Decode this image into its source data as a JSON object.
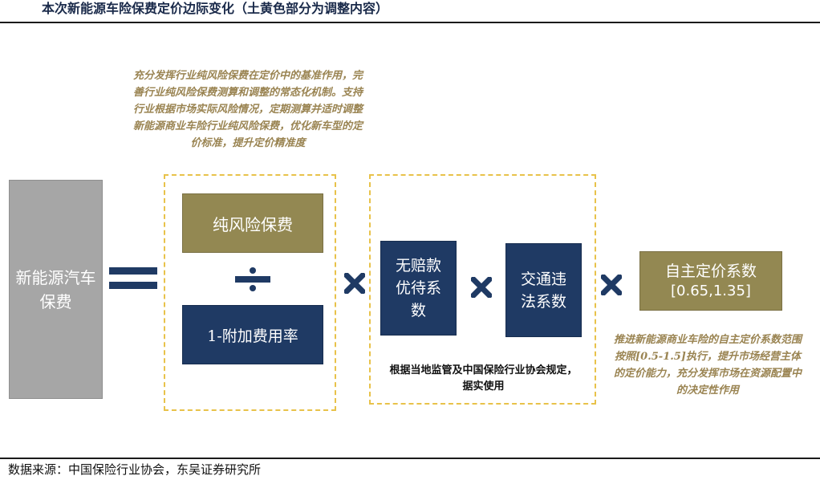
{
  "title": "本次新能源车险保费定价边际变化（土黄色部分为调整内容）",
  "lhs_label": "新能源汽车保费",
  "pure_premium_label": "纯风险保费",
  "divisor_label": "1-附加费用率",
  "ncd_label": "无赔款优待系数",
  "traffic_label": "交通违法系数",
  "autonomous_label": "自主定价系数",
  "autonomous_range": "[0.65,1.35]",
  "top_note": "充分发挥行业纯风险保费在定价中的基准作用，完善行业纯风险保费测算和调整的常态化机制。支持行业根据市场实际风险情况，定期测算并适时调整新能源商业车险行业纯风险保费，优化新车型的定价标准，提升定价精准度",
  "middle_note": "根据当地监管及中国保险行业协会规定，据实使用",
  "right_note": "推进新能源商业车险的自主定价系数范围按照[0.5-1.5]执行，提升市场经营主体的定价能力，充分发挥市场在资源配置中的决定性作用",
  "source": "数据来源：中国保险行业协会，东吴证券研究所",
  "colors": {
    "olive": "#938852",
    "navy": "#1f3a64",
    "gray": "#a6a6a6",
    "dashed_border": "#e8c24a",
    "note_text": "#9a8452"
  },
  "icons": [
    "equals-icon",
    "divide-icon",
    "multiply-icon"
  ]
}
